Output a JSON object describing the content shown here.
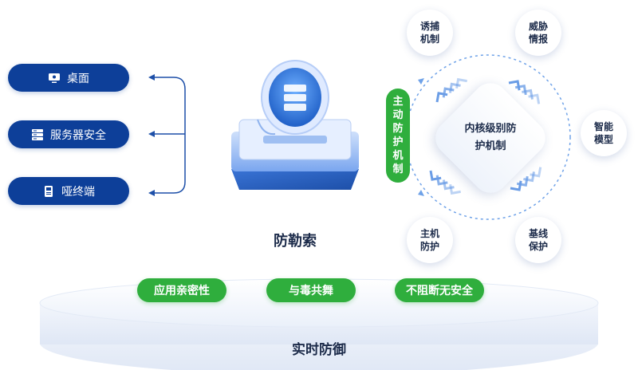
{
  "left_items": [
    {
      "label": "桌面",
      "icon": "monitor-icon"
    },
    {
      "label": "服务器安全",
      "icon": "server-icon"
    },
    {
      "label": "哑终端",
      "icon": "terminal-device-icon"
    }
  ],
  "center_title": "防勒索",
  "active_defense_label": "主动防护机制",
  "core_label": "内核级别防护机制",
  "ring_nodes": {
    "honeypot": "诱捕机制",
    "threat_intel": "威胁情报",
    "smart_model": "智能模型",
    "baseline": "基线保护",
    "host_protection": "主机防护"
  },
  "bottom_tags": [
    "应用亲密性",
    "与毒共舞",
    "不阻断无安全"
  ],
  "bottom_title": "实时防御",
  "colors": {
    "navy": "#0d3f99",
    "green": "#2fae3d",
    "accent_blue": "#2f7de1",
    "dashed": "#6fa2e8"
  }
}
